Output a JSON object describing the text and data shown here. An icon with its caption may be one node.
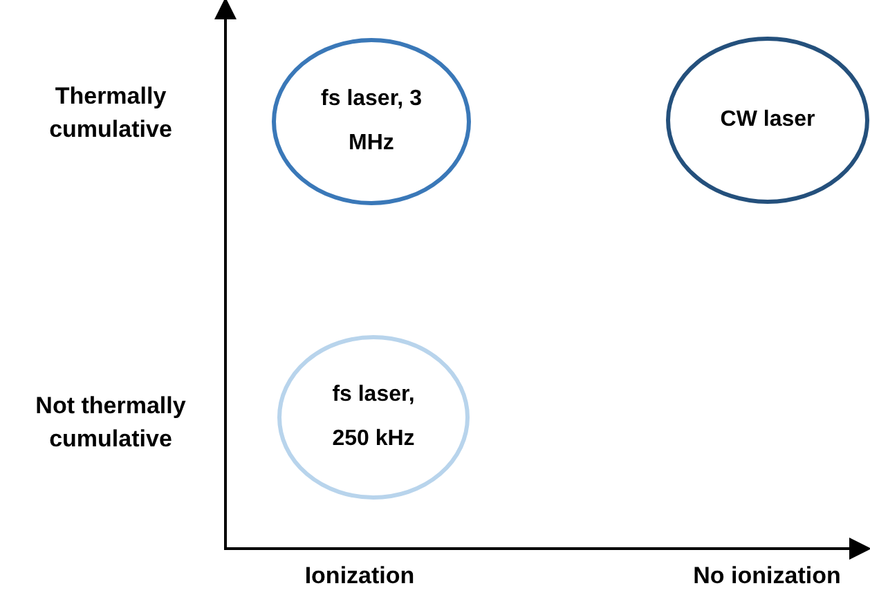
{
  "diagram": {
    "nodes": [
      {
        "text": [
          "fs laser, 3 MHz"
        ]
      },
      {
        "text": [
          "CW laser"
        ]
      },
      {
        "text": [
          "fs laser, 250 kHz"
        ]
      }
    ],
    "labels": [
      "Thermally cumulative",
      "Not thermally cumulative",
      "Ionization",
      "No ionization"
    ]
  }
}
